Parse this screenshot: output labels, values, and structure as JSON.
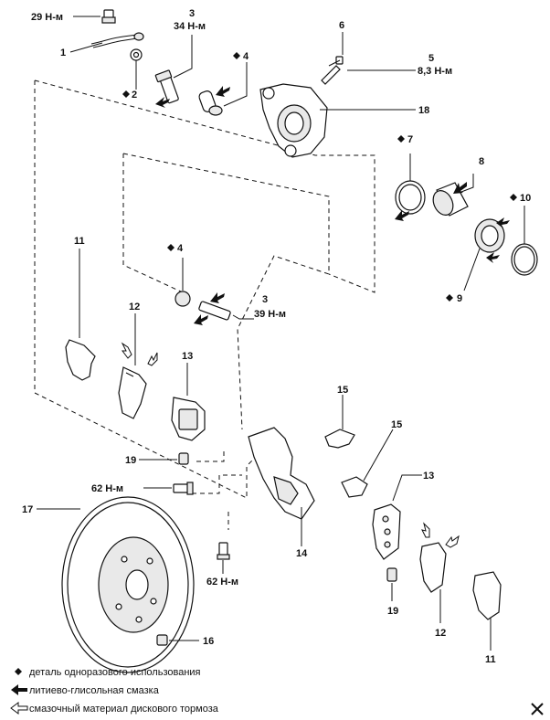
{
  "callouts": [
    {
      "id": "c-29nm",
      "text": "29 Н-м"
    },
    {
      "id": "c-1",
      "text": "1"
    },
    {
      "id": "c-2",
      "text": "2"
    },
    {
      "id": "c-3a-num",
      "text": "3"
    },
    {
      "id": "c-3a-torque",
      "text": "34 Н-м"
    },
    {
      "id": "c-4a",
      "text": "4"
    },
    {
      "id": "c-6",
      "text": "6"
    },
    {
      "id": "c-5-num",
      "text": "5"
    },
    {
      "id": "c-5-torque",
      "text": "8,3 Н-м"
    },
    {
      "id": "c-18",
      "text": "18"
    },
    {
      "id": "c-7",
      "text": "7"
    },
    {
      "id": "c-8",
      "text": "8"
    },
    {
      "id": "c-10",
      "text": "10"
    },
    {
      "id": "c-11a",
      "text": "11"
    },
    {
      "id": "c-4b",
      "text": "4"
    },
    {
      "id": "c-3b-num",
      "text": "3"
    },
    {
      "id": "c-3b-torque",
      "text": "39 Н-м"
    },
    {
      "id": "c-9",
      "text": "9"
    },
    {
      "id": "c-12a",
      "text": "12"
    },
    {
      "id": "c-13a",
      "text": "13"
    },
    {
      "id": "c-15a",
      "text": "15"
    },
    {
      "id": "c-15b",
      "text": "15"
    },
    {
      "id": "c-19a",
      "text": "19"
    },
    {
      "id": "c-62nm-a",
      "text": "62 Н-м"
    },
    {
      "id": "c-13b",
      "text": "13"
    },
    {
      "id": "c-17",
      "text": "17"
    },
    {
      "id": "c-14",
      "text": "14"
    },
    {
      "id": "c-62nm-b",
      "text": "62 Н-м"
    },
    {
      "id": "c-19b",
      "text": "19"
    },
    {
      "id": "c-16",
      "text": "16"
    },
    {
      "id": "c-12b",
      "text": "12"
    },
    {
      "id": "c-11b",
      "text": "11"
    }
  ],
  "legend": [
    {
      "symbol": "diamond-icon",
      "text": "деталь одноразового использования"
    },
    {
      "symbol": "filled-arrow-icon",
      "text": "литиево-глисольная смазка"
    },
    {
      "symbol": "outline-arrow-icon",
      "text": "смазочный материал дискового тормоза"
    }
  ]
}
